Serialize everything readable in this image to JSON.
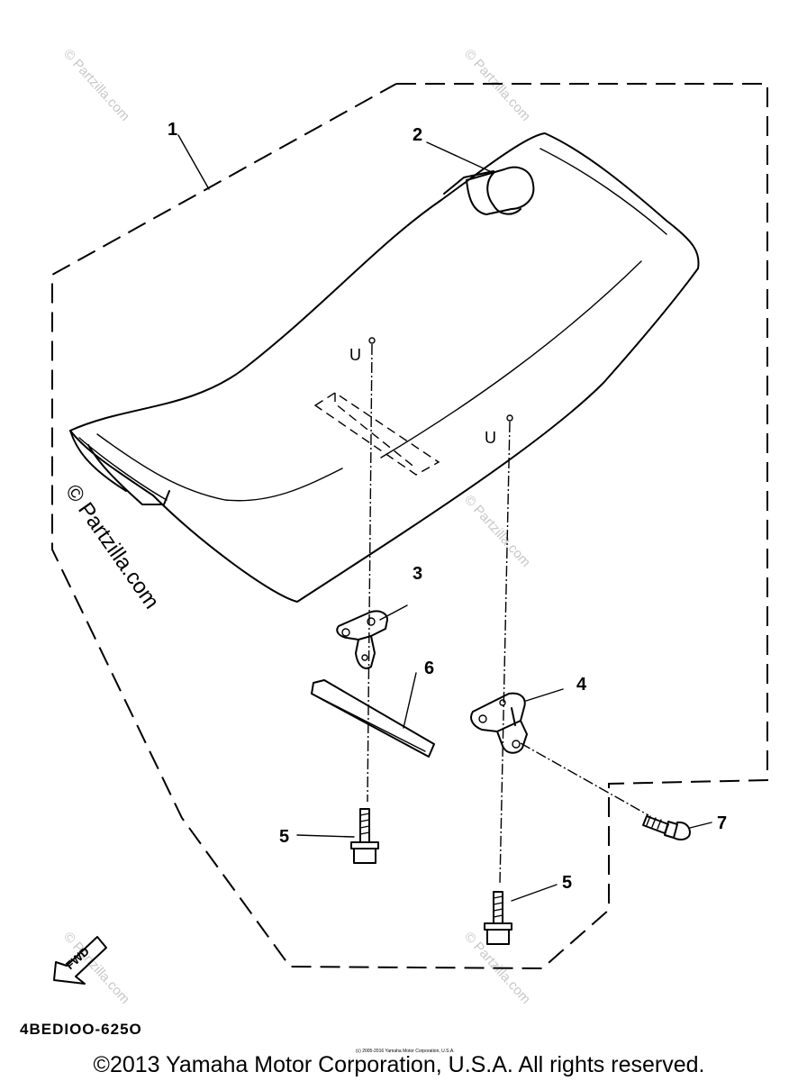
{
  "diagram": {
    "callouts": [
      {
        "id": "1",
        "label": "1"
      },
      {
        "id": "2",
        "label": "2"
      },
      {
        "id": "3",
        "label": "3"
      },
      {
        "id": "4",
        "label": "4"
      },
      {
        "id": "5a",
        "label": "5"
      },
      {
        "id": "5b",
        "label": "5"
      },
      {
        "id": "6",
        "label": "6"
      },
      {
        "id": "7",
        "label": "7"
      }
    ],
    "forward_marker": "FWD",
    "reference_code": "4BEDIOO-625O",
    "watermarks": {
      "large": "© Partzilla.com",
      "small": "© Partzilla.com"
    },
    "copyright": "©2013 Yamaha Motor Corporation, U.S.A. All rights reserved.",
    "tiny_copyright": "(c) 2005-2016 Yamaha Motor Corporation, U.S.A."
  }
}
